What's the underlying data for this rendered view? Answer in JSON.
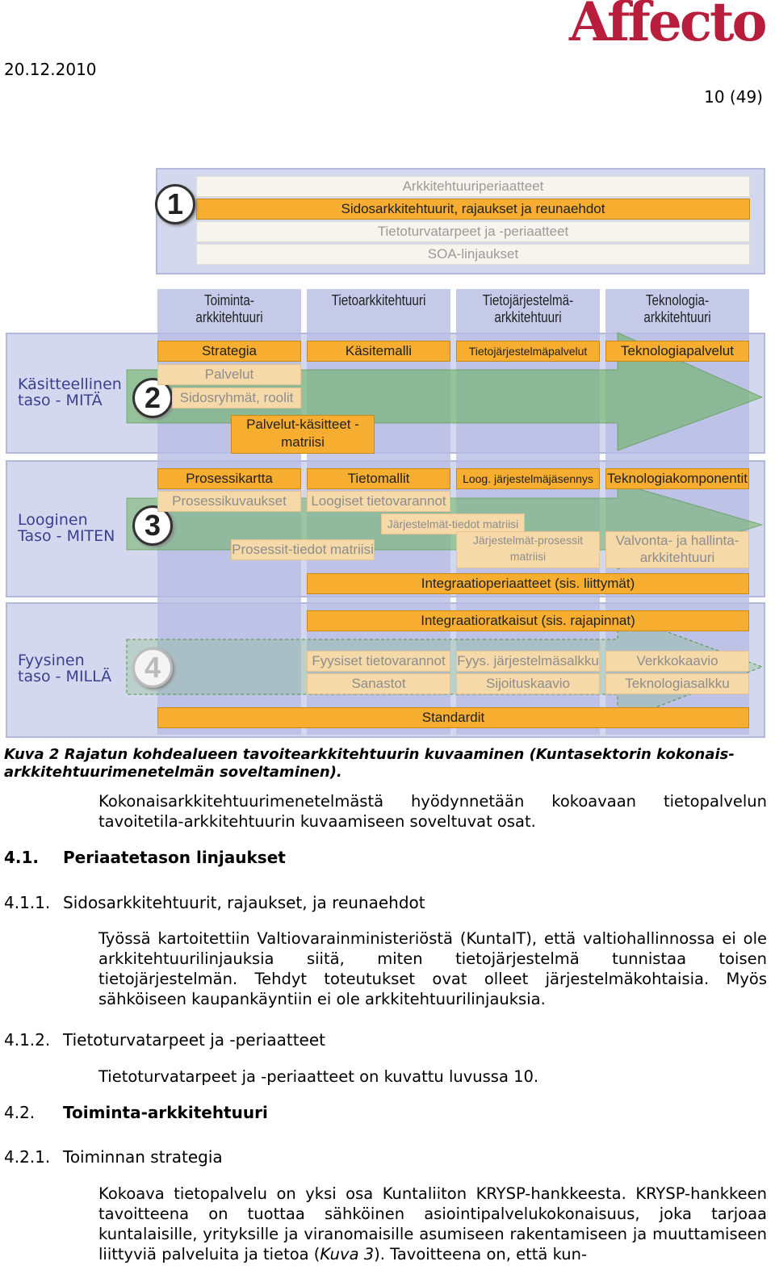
{
  "header": {
    "logo": "Affecto",
    "date": "20.12.2010",
    "page": "10 (49)",
    "logo_color": "#b81e3c"
  },
  "figure": {
    "principles": [
      "Arkkitehtuuriperiaatteet",
      "Sidosarkkitehtuurit, rajaukset ja reunaehdot",
      "Tietoturvatarpeet ja -periaatteet",
      "SOA-linjaukset"
    ],
    "columns": [
      "Toiminta-\narkkitehtuuri",
      "Tietoarkkitehtuuri",
      "Tietojärjestelmä-\narkkitehtuuri",
      "Teknologia-\narkkitehtuuri"
    ],
    "levels": [
      {
        "number": "1"
      },
      {
        "number": "2",
        "label": "Käsitteellinen\ntaso - MITÄ"
      },
      {
        "number": "3",
        "label": "Looginen\nTaso - MITEN"
      },
      {
        "number": "4",
        "label": "Fyysinen\ntaso - MILLÄ"
      }
    ],
    "conceptual": {
      "strategia": "Strategia",
      "palvelut": "Palvelut",
      "sidosryhmat": "Sidosryhmät, roolit",
      "matriisi": "Palvelut-käsitteet -\nmatriisi",
      "kasitemalli": "Käsitemalli",
      "tjpalvelut": "Tietojärjestelmäpalvelut",
      "teknpalvelut": "Teknologiapalvelut"
    },
    "logical": {
      "prosessikartta": "Prosessikartta",
      "prosessikuvaukset": "Prosessikuvaukset",
      "prosessit_tiedot": "Prosessit-tiedot matriisi",
      "tietomallit": "Tietomallit",
      "loogiset": "Loogiset tietovarannot",
      "jt_matriisi": "Järjestelmät-tiedot matriisi",
      "loog_jasennys": "Loog. järjestelmäjäsennys",
      "jp_matriisi": "Järjestelmät-prosessit\nmatriisi",
      "teknkomponentit": "Teknologiakomponentit",
      "valvonta": "Valvonta- ja hallinta-\narkkitehtuuri",
      "integraatioperiaatteet": "Integraatioperiaatteet (sis. liittymät)"
    },
    "physical": {
      "integraatioratkaisut": "Integraatioratkaisut (sis. rajapinnat)",
      "fyysiset": "Fyysiset tietovarannot",
      "sanastot": "Sanastot",
      "fyys_salkku": "Fyys. järjestelmäsalkku",
      "sijoitus": "Sijoituskaavio",
      "verkko": "Verkkokaavio",
      "teknsalkku": "Teknologiasalkku",
      "standardit": "Standardit"
    }
  },
  "caption": "Kuva 2 Rajatun kohdealueen tavoitearkkitehtuurin kuvaaminen (Kuntasektorin kokonais-arkkitehtuurimenetelmän soveltaminen).",
  "intro": "Kokonaisarkkitehtuurimenetelmästä hyödynnetään kokoavaan tietopalvelun tavoitetila-arkkitehtuurin kuvaamiseen soveltuvat osat.",
  "sections": {
    "s41_num": "4.1.",
    "s41_title": "Periaatetason linjaukset",
    "s411_num": "4.1.1.",
    "s411_title": "Sidosarkkitehtuurit, rajaukset, ja reunaehdot",
    "s411_text": "Työssä kartoitettiin Valtiovarainministeriöstä (KuntaIT), että valtiohallinnossa ei ole arkkitehtuurilinjauksia siitä, miten tietojärjestelmä tunnistaa toisen tietojärjestelmän. Tehdyt toteutukset ovat olleet järjestelmäkohtaisia. Myös sähköiseen kaupankäyntiin ei ole arkkitehtuurilinjauksia.",
    "s412_num": "4.1.2.",
    "s412_title": "Tietoturvatarpeet ja -periaatteet",
    "s412_text": "Tietoturvatarpeet ja -periaatteet on kuvattu luvussa 10.",
    "s42_num": "4.2.",
    "s42_title": "Toiminta-arkkitehtuuri",
    "s421_num": "4.2.1.",
    "s421_title": "Toiminnan strategia",
    "s421_text_a": "Kokoava tietopalvelu on yksi osa Kuntaliiton KRYSP-hankkeesta. KRYSP-hankkeen tavoitteena on tuottaa sähköinen asiointipalvelukokonaisuus, joka tarjoaa kuntalaisille, yrityksille ja viranomaisille asumiseen rakentamiseen ja muuttamiseen liittyviä palveluita ja tietoa (",
    "s421_ref": "Kuva 3",
    "s421_text_b": "). Tavoitteena on, että kun-"
  }
}
